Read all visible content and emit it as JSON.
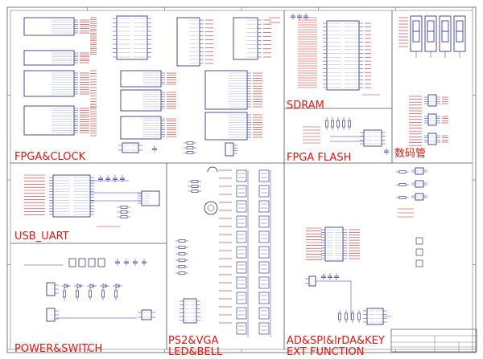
{
  "colors": {
    "wire": "#2832c8",
    "symbol": "#1e1e82",
    "net_label": "#c82828",
    "section_label": "#e8140c",
    "frame": "#5a5a5a",
    "background": "#ffffff"
  },
  "sections": {
    "fpga_clock": "FPGA&CLOCK",
    "sdram": "SDRAM",
    "fpga_flash": "FPGA FLASH",
    "seven_segment": "数码管",
    "usb_uart": "USB_UART",
    "power_switch": "POWER&SWITCH",
    "ps2_vga_line1": "PS2&VGA",
    "ps2_vga_line2": "LED&BELL",
    "ad_spi_line1": "AD&SPI&IrDA&KEY",
    "ad_spi_line2": "EXT FUNCTION"
  }
}
